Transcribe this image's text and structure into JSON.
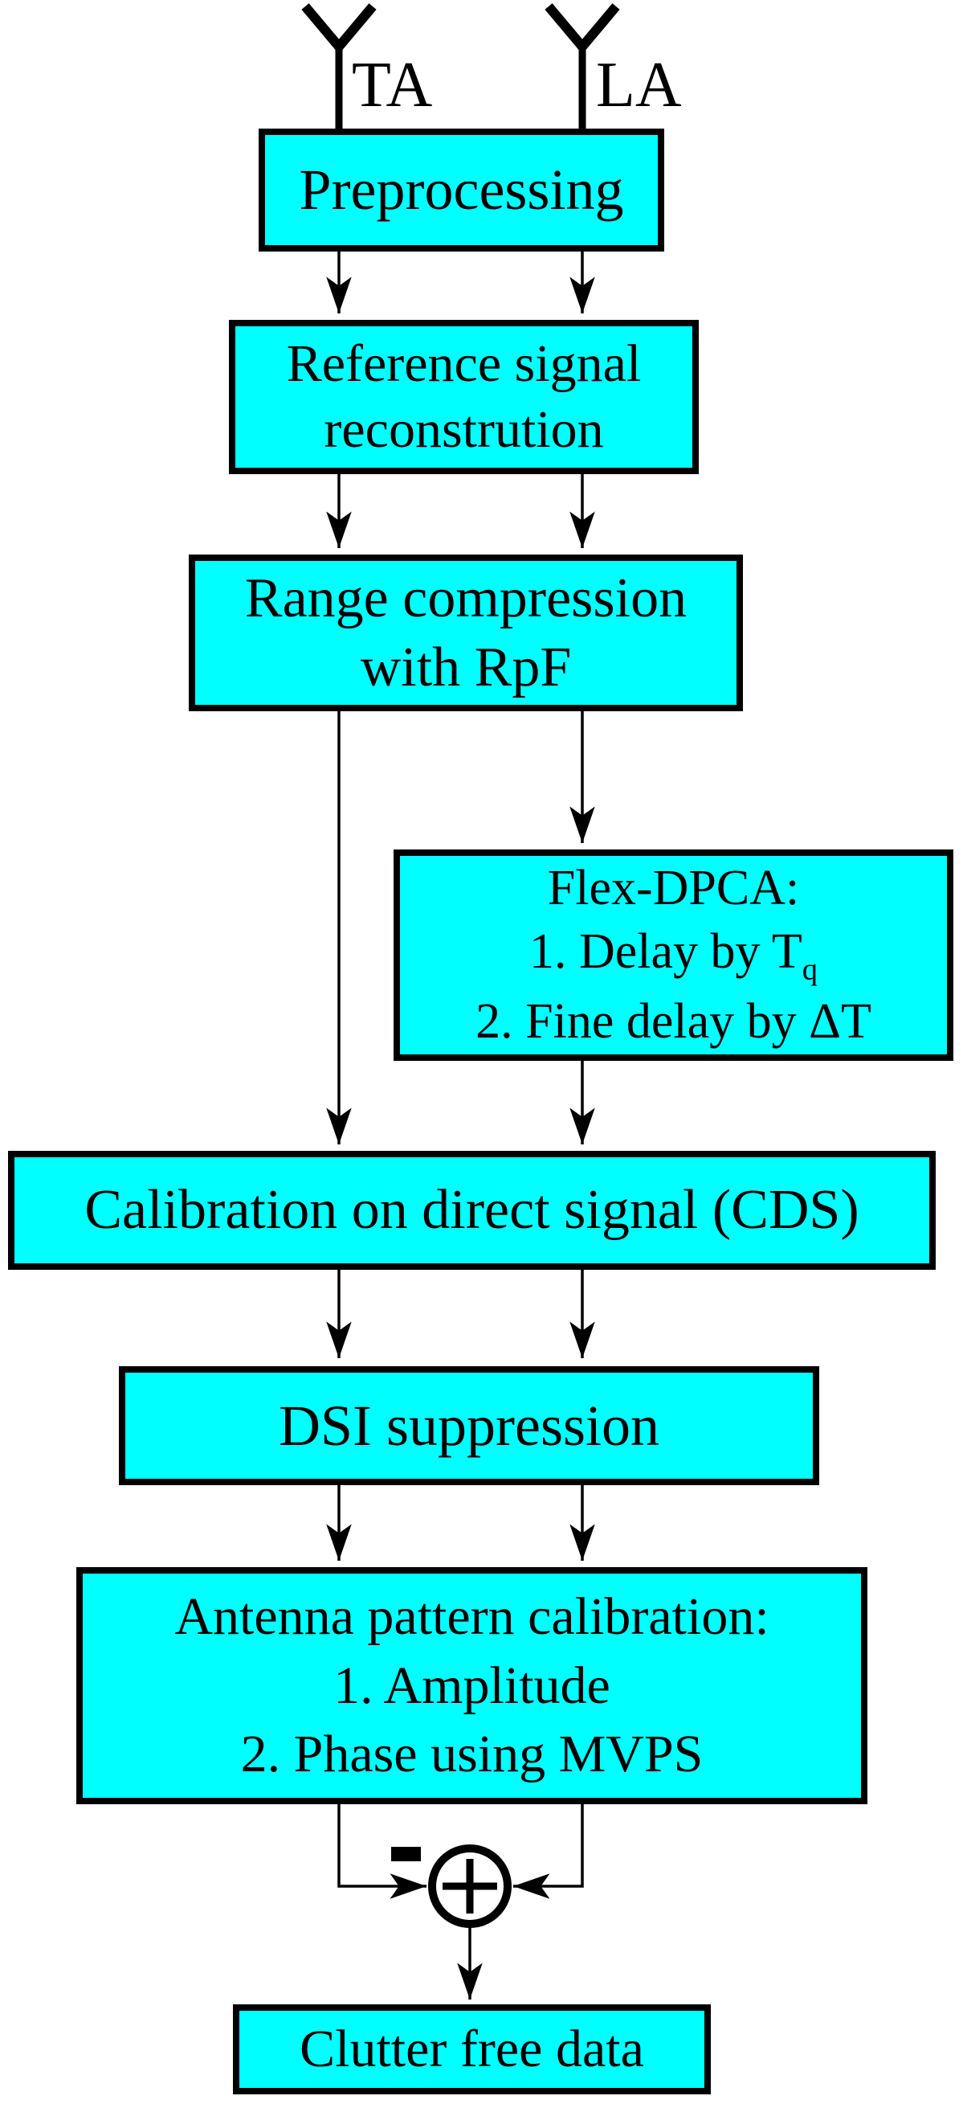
{
  "diagram": {
    "antennas": {
      "left": {
        "label": "TA"
      },
      "right": {
        "label": "LA"
      }
    },
    "boxes": {
      "preprocessing": {
        "text": "Preprocessing"
      },
      "reference": {
        "lines": [
          "Reference signal",
          "reconstrution"
        ]
      },
      "range": {
        "lines": [
          "Range compression",
          "with RpF"
        ]
      },
      "flex_dpca": {
        "title": "Flex-DPCA:",
        "step1_text": "1. Delay by T",
        "step1_subscript": "q",
        "step2_text": "2. Fine delay by ΔT"
      },
      "cds": {
        "text": "Calibration on direct signal (CDS)"
      },
      "dsi": {
        "text": "DSI suppression"
      },
      "antenna_calibration": {
        "lines": [
          "Antenna pattern calibration:",
          "1. Amplitude",
          "2. Phase using MVPS"
        ]
      },
      "clutter": {
        "text": "Clutter free data"
      }
    },
    "summation": {
      "operator": "+",
      "left_input_sign": "−"
    },
    "colors": {
      "box_fill": "#00ffff",
      "outline": "#000000",
      "background": "#ffffff"
    }
  }
}
